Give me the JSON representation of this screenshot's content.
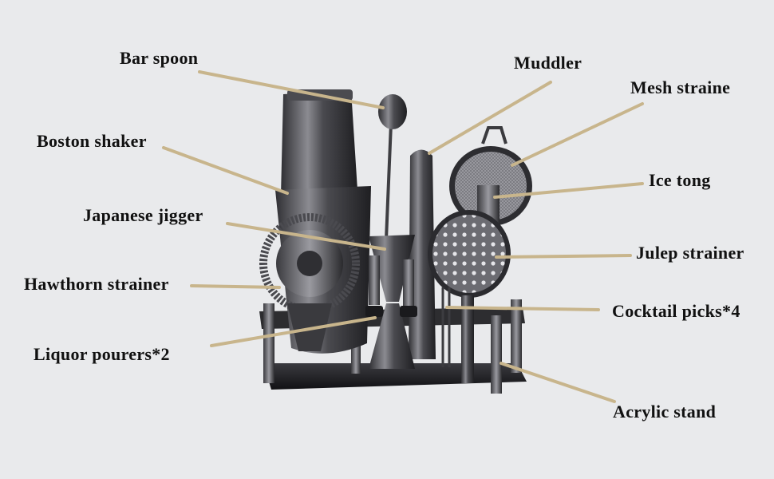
{
  "labels": {
    "bar_spoon": "Bar spoon",
    "muddler": "Muddler",
    "mesh_strainer": "Mesh straine",
    "boston_shaker": "Boston shaker",
    "ice_tong": "Ice tong",
    "japanese_jigger": "Japanese jigger",
    "julep_strainer": "Julep strainer",
    "hawthorn_strainer": "Hawthorn strainer",
    "cocktail_picks": "Cocktail picks*4",
    "liquor_pourers": "Liquor pourers*2",
    "acrylic_stand": "Acrylic stand"
  },
  "colors": {
    "background": "#e9eaec",
    "leader_line": "#c8b58c",
    "metal": "#5a5a5e",
    "label_text": "#111111"
  }
}
